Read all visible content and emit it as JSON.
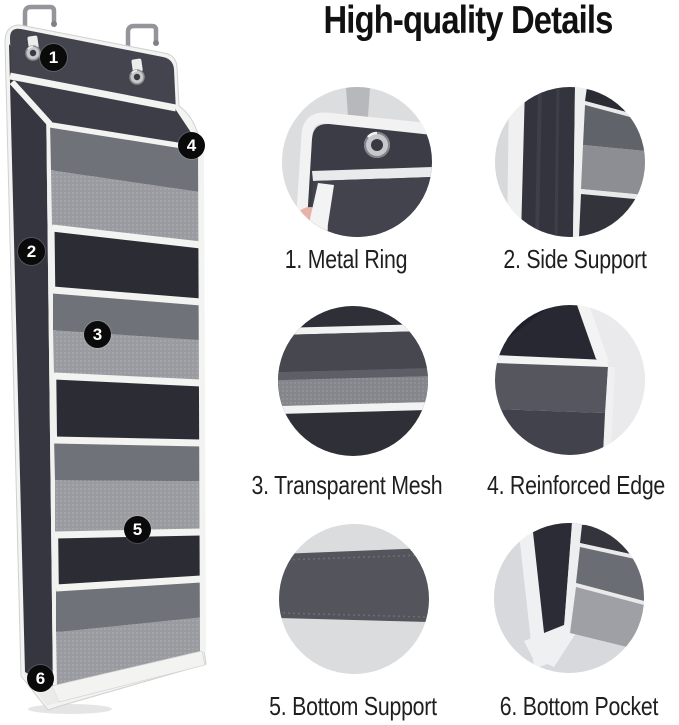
{
  "title": "High-quality Details",
  "product": {
    "markers": [
      "1",
      "2",
      "3",
      "4",
      "5",
      "6"
    ]
  },
  "details": [
    {
      "number": "1",
      "label": "1. Metal Ring"
    },
    {
      "number": "2",
      "label": "2. Side Support"
    },
    {
      "number": "3",
      "label": "3. Transparent Mesh"
    },
    {
      "number": "4",
      "label": "4. Reinforced Edge"
    },
    {
      "number": "5",
      "label": "5. Bottom Support"
    },
    {
      "number": "6",
      "label": "6. Bottom Pocket"
    }
  ],
  "colors": {
    "background": "#ffffff",
    "title_text": "#111111",
    "label_text": "#1f1f1f",
    "marker_bg": "#0a0a0a",
    "marker_text": "#ffffff",
    "fabric_dark": "#3a3b44",
    "fabric_interior": "#2b2c34",
    "pocket_gray": "#72747c",
    "mesh_gray": "#999ba0",
    "trim_white": "#f3f3f2",
    "metal": "#94959a"
  }
}
